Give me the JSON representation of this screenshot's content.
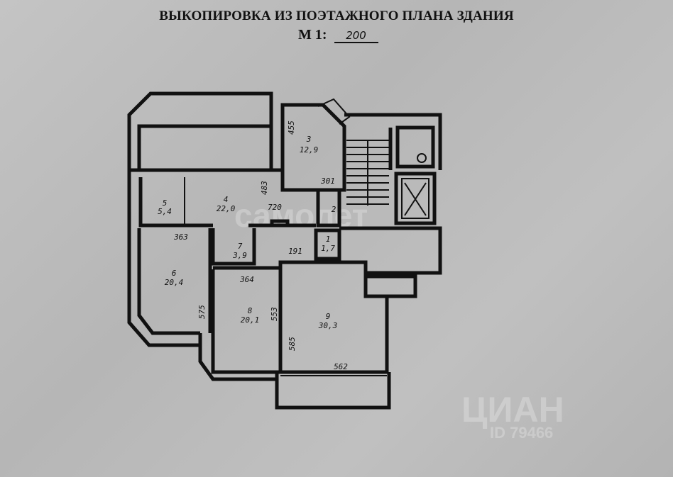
{
  "header": {
    "title": "ВЫКОПИРОВКА ИЗ ПОЭТАЖНОГО ПЛАНА ЗДАНИЯ",
    "scale_label": "М 1:",
    "scale_value": "200"
  },
  "rooms": [
    {
      "number": "1",
      "area": "1,7"
    },
    {
      "number": "2",
      "area": ""
    },
    {
      "number": "3",
      "area": "12,9"
    },
    {
      "number": "4",
      "area": "22,0"
    },
    {
      "number": "5",
      "area": "5,4"
    },
    {
      "number": "6",
      "area": "20,4"
    },
    {
      "number": "7",
      "area": "3,9"
    },
    {
      "number": "8",
      "area": "20,1"
    },
    {
      "number": "9",
      "area": "30,3"
    }
  ],
  "dimensions": [
    "455",
    "301",
    "483",
    "720",
    "363",
    "191",
    "364",
    "575",
    "553",
    "585",
    "562"
  ],
  "watermarks": [
    "самолет",
    "ЦИАН",
    "ID 79466"
  ]
}
